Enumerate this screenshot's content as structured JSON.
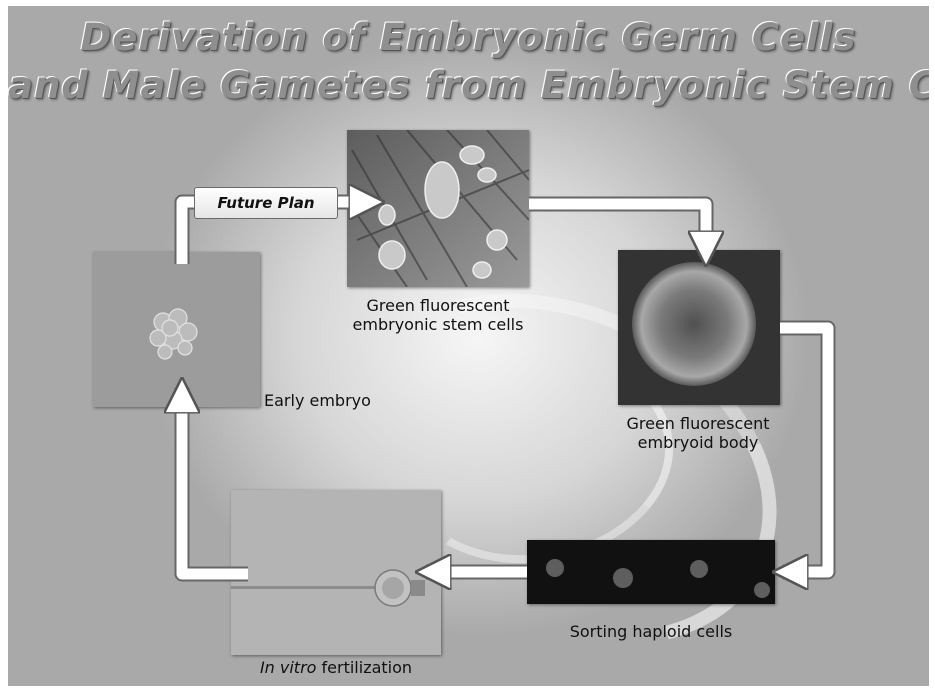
{
  "title": {
    "line1": "Derivation of Embryonic Germ Cells",
    "line2": "and Male Gametes from Embryonic Stem Cells"
  },
  "future_plan_label": "Future Plan",
  "steps": {
    "stem_cells": "Green fluorescent embryonic stem cells",
    "embryoid_body": "Green fluorescent embryoid body",
    "haploid": "Sorting haploid cells",
    "ivf_italic": "In vitro",
    "ivf_rest": " fertilization",
    "early_embryo": "Early embryo"
  }
}
